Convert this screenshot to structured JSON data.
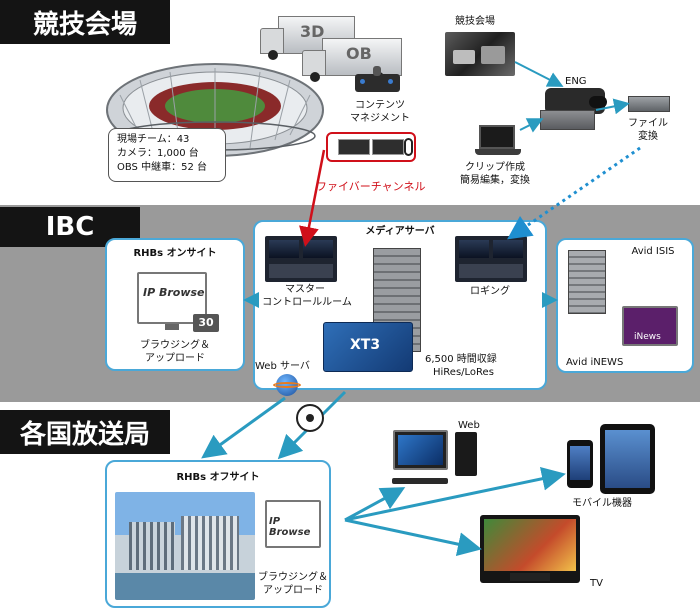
{
  "sections": {
    "venue": "競技会場",
    "ibc": "IBC",
    "broadcasters": "各国放送局"
  },
  "venue": {
    "stats": [
      "現場チーム：43",
      "カメラ：1,000 台",
      "OBS 中継車：52 台"
    ],
    "truck_labels": [
      "3D",
      "OB"
    ],
    "content_mgmt": [
      "コンテンツ",
      "マネジメント"
    ],
    "fiber": "ファイバーチャンネル",
    "venue_small": "競技会場",
    "eng": "ENG",
    "file_convert": [
      "ファイル",
      "変換"
    ],
    "clip": [
      "クリップ作成",
      "簡易編集，変換"
    ]
  },
  "ibc": {
    "rhbs_onsite": "RHBs オンサイト",
    "ipbrowse": "IP Browse",
    "ipbrowse_num": "30",
    "browse_upload": [
      "ブラウジング＆",
      "アップロード"
    ],
    "media_server": "メディアサーバ",
    "master_control": [
      "マスター",
      "コントロールルーム"
    ],
    "logging": "ロギング",
    "xt3": "XT3",
    "storage": [
      "6,500 時間収録",
      "HiRes/LoRes"
    ],
    "web_server": "Web サーバ",
    "avid_isis": "Avid ISIS",
    "avid_inews": "Avid iNEWS",
    "inews_logo": "iNews"
  },
  "offsite": {
    "rhbs_offsite": "RHBs オフサイト",
    "ipbrowse": "IP Browse",
    "browse_upload": [
      "ブラウジング＆",
      "アップロード"
    ],
    "web": "Web",
    "mobile": "モバイル機器",
    "tv": "TV"
  },
  "colors": {
    "header_bg": "#141414",
    "ibc_band": "#9a9a9a",
    "box_border": "#4aa8d8",
    "arrow_teal": "#2a9bc0",
    "fiber_red": "#d0101a",
    "dotted_blue": "#1f8fd0"
  }
}
